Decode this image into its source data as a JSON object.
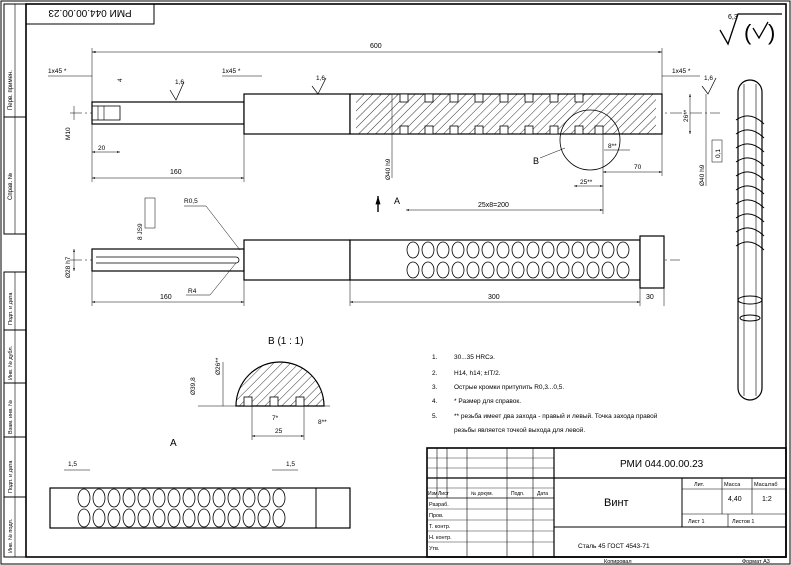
{
  "doc_code": "РМИ 044.00.00.23",
  "doc_code_stamp": "РМИ 044.00.00.23",
  "roughness": {
    "general": "6,3",
    "local": "1,6"
  },
  "side_strip": {
    "perv_primen": "Перв. примен.",
    "sprav": "Справ. №",
    "podp_data_1": "Подп. и дата",
    "inv_dubl": "Инв. № дубл.",
    "vzam_inv": "Взам. инв. №",
    "podp_data_2": "Подп. и дата",
    "inv_podl": "Инв. № подл."
  },
  "dims": {
    "total": "600",
    "chamfer": "1x45 *",
    "thread_bore": "4",
    "m10": "M10",
    "len_20": "20",
    "len_160": "160",
    "tooth_26": "26**",
    "dia_40": "Ø40 h9",
    "dia_40_right": "Ø40 h9",
    "dia_28": "Ø28 h7",
    "groove_8": "8**",
    "pitch_25": "25**",
    "len_70": "70",
    "pitch_total": "25x8=200",
    "len_300": "300",
    "len_30": "30",
    "keyway": "8 JS9",
    "r05": "R0,5",
    "r4": "R4",
    "tol_01": "0,1",
    "view_label": "A",
    "detail_label": "B",
    "b_view_title": "B (1 : 1)",
    "b_dia1": "Ø39,8",
    "b_dia2": "Ø26**",
    "b_w7": "7*",
    "b_w25": "25",
    "b_w8": "8**",
    "a_view_title": "A",
    "a_15_left": "1,5",
    "a_15_right": "1,5"
  },
  "notes": [
    {
      "n": "1.",
      "text": "30...35 HRCэ."
    },
    {
      "n": "2.",
      "text": "H14, h14; ±IT/2."
    },
    {
      "n": "3.",
      "text": "Острые кромки притупить R0,3...0,5."
    },
    {
      "n": "4.",
      "text": "* Размер для справок."
    },
    {
      "n": "5.",
      "text": "** резьба имеет два захода - правый и левый. Точка захода правой"
    },
    {
      "n": "",
      "text": "резьбы является точкой выхода для левой."
    }
  ],
  "title_block": {
    "code": "РМИ 044.00.00.23",
    "name": "Винт",
    "col_izm": "Изм",
    "col_list": "Лист",
    "col_doc": "№ докум.",
    "col_podp": "Подп.",
    "col_data": "Дата",
    "razrab": "Разраб.",
    "prov": "Пров.",
    "tkontr": "Т. контр.",
    "nkontr": "Н. контр.",
    "utv": "Утв.",
    "lit": "Лит.",
    "massa": "Масса",
    "masshtab": "Масштаб",
    "mass_val": "4,40",
    "scale_val": "1:2",
    "sheet": "Лист 1",
    "sheets": "Листов 1",
    "material": "Сталь 45 ГОСТ 4543-71",
    "kopiroval": "Копировал",
    "format": "Формат А3"
  }
}
